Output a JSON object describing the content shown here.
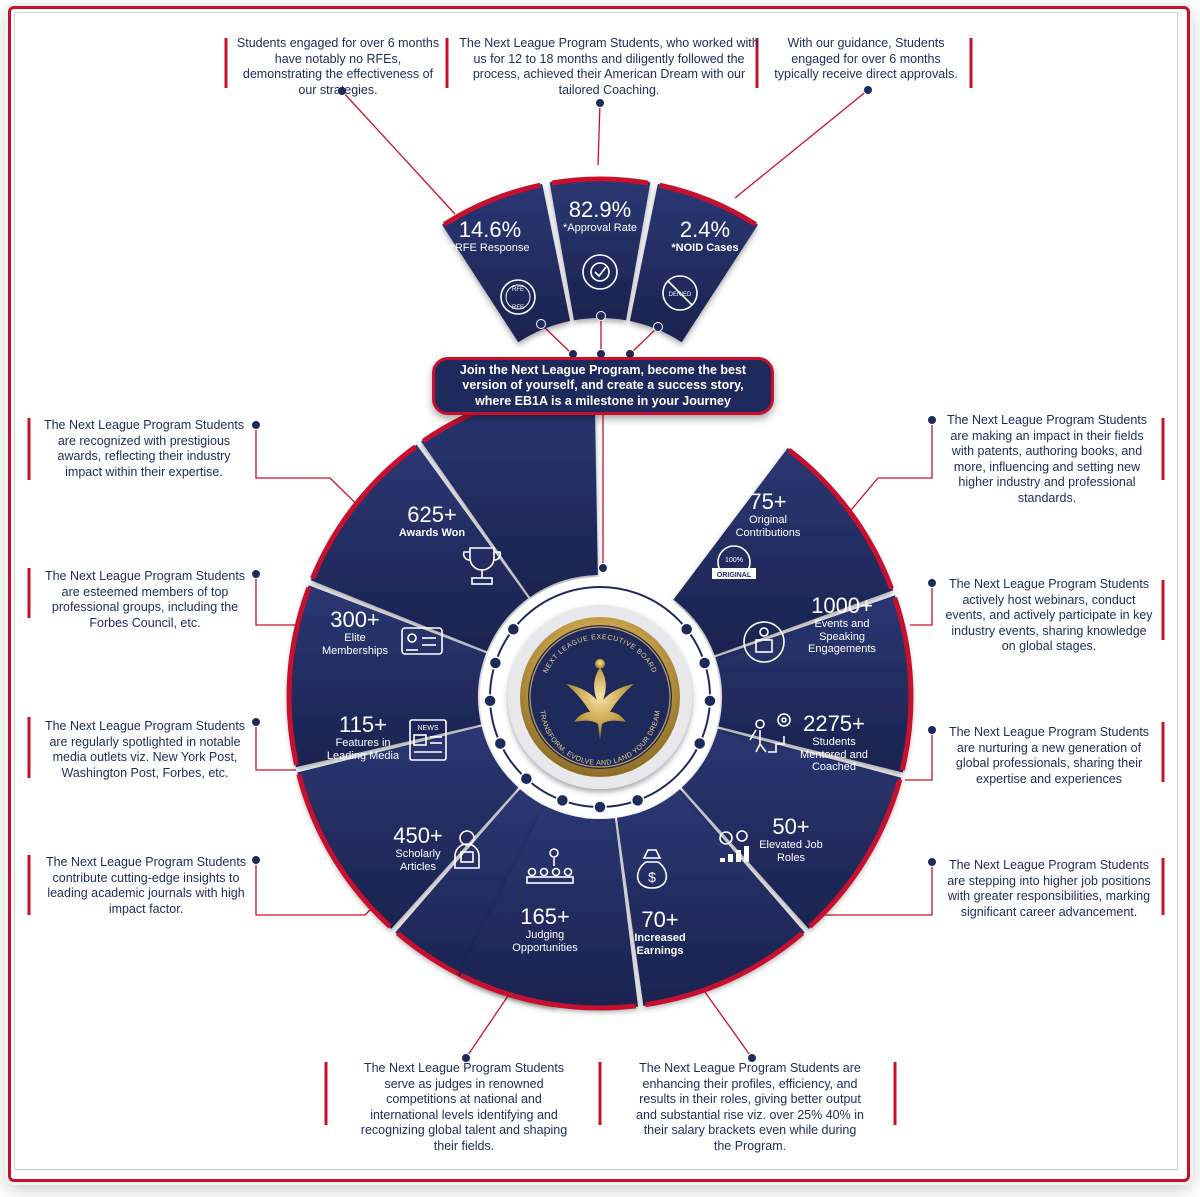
{
  "join_banner": "Join the Next League Program, become the best version of yourself, and create a success story, where EB1A is a milestone in your Journey",
  "center_badge": {
    "top_text": "NEXT LEAGUE EXECUTIVE BOARD",
    "bottom_text": "TRANSFORM, EVOLVE AND LAND YOUR DREAM"
  },
  "top_stats": [
    {
      "value": "14.6%",
      "label": "*RFE Response",
      "icon": "rfe-stamp-icon",
      "stamp_text_top": "RFE",
      "stamp_text_bottom": "RFE"
    },
    {
      "value": "82.9%",
      "label": "*Approval Rate",
      "icon": "approved-stamp-icon",
      "stamp_text_top": "APPROVED",
      "stamp_text_bottom": "APPROVED"
    },
    {
      "value": "2.4%",
      "label": "*NOID Cases",
      "icon": "denied-stamp-icon",
      "stamp_text_top": "DENIED",
      "stamp_text_bottom": ""
    }
  ],
  "top_notes": [
    "Students engaged for over 6 months have notably no RFEs, demonstrating the effectiveness of our strategies.",
    "The Next League Program Students, who worked with us for 12 to 18 months and diligently followed the process, achieved their American Dream with our tailored Coaching.",
    "With our guidance, Students engaged for over 6 months typically receive direct approvals."
  ],
  "wheel_stats": [
    {
      "key": "awards",
      "value": "625+",
      "label": "Awards Won",
      "icon": "trophy-icon"
    },
    {
      "key": "memberships",
      "value": "300+",
      "label": "Elite Memberships",
      "icon": "id-card-icon"
    },
    {
      "key": "media",
      "value": "115+",
      "label": "Features in Leading Media",
      "icon": "newspaper-icon",
      "icon_text": "NEWS"
    },
    {
      "key": "articles",
      "value": "450+",
      "label": "Scholarly Articles",
      "icon": "scholar-icon"
    },
    {
      "key": "judging",
      "value": "165+",
      "label": "Judging Opportunities",
      "icon": "judging-panel-icon"
    },
    {
      "key": "earnings",
      "value": "70+",
      "label": "Increased Earnings",
      "icon": "money-bag-icon"
    },
    {
      "key": "jobs",
      "value": "50+",
      "label": "Elevated Job Roles",
      "icon": "growth-chart-icon"
    },
    {
      "key": "mentored",
      "value": "2275+",
      "label": "Students Mentored and Coached",
      "icon": "mentoring-icon"
    },
    {
      "key": "events",
      "value": "1000+",
      "label": "Events and Speaking Engagements",
      "icon": "speaker-podium-icon"
    },
    {
      "key": "contributions",
      "value": "75+",
      "label": "Original Contributions",
      "icon": "original-stamp-icon",
      "icon_text_top": "100%",
      "icon_text_bottom": "ORIGINAL"
    }
  ],
  "side_notes": {
    "awards": "The Next League Program Students are recognized with prestigious awards, reflecting their industry impact within their expertise.",
    "memberships": "The Next League Program Students are esteemed members of top professional groups, including the Forbes Council, etc.",
    "media": "The Next League Program Students are regularly spotlighted in notable media outlets viz. New York Post, Washington Post, Forbes, etc.",
    "articles": "The Next League Program Students contribute cutting-edge insights to leading academic journals with high impact factor.",
    "judging": "The Next League Program Students serve as judges in renowned competitions at national and international levels identifying and recognizing global talent and shaping their fields.",
    "earnings": "The Next League Program Students are enhancing their profiles, efficiency, and results in their roles, giving better output and substantial rise viz. over 25% 40% in their salary brackets even while during the Program.",
    "jobs": "The Next League Program Students are stepping into higher job positions with greater responsibilities, marking significant career advancement.",
    "mentored": "The Next League Program Students are nurturing a new generation of global professionals, sharing their expertise and experiences",
    "events": "The Next League Program Students actively host webinars, conduct events, and actively participate in key industry events, sharing knowledge on global stages.",
    "contributions": "The Next League Program Students are making an impact in their fields with patents, authoring books, and more, influencing and setting new higher industry and professional standards."
  },
  "colors": {
    "navy": "#1f2a5c",
    "red": "#c8102e",
    "gold": "#c9a44c",
    "text": "#1e2b5a"
  }
}
